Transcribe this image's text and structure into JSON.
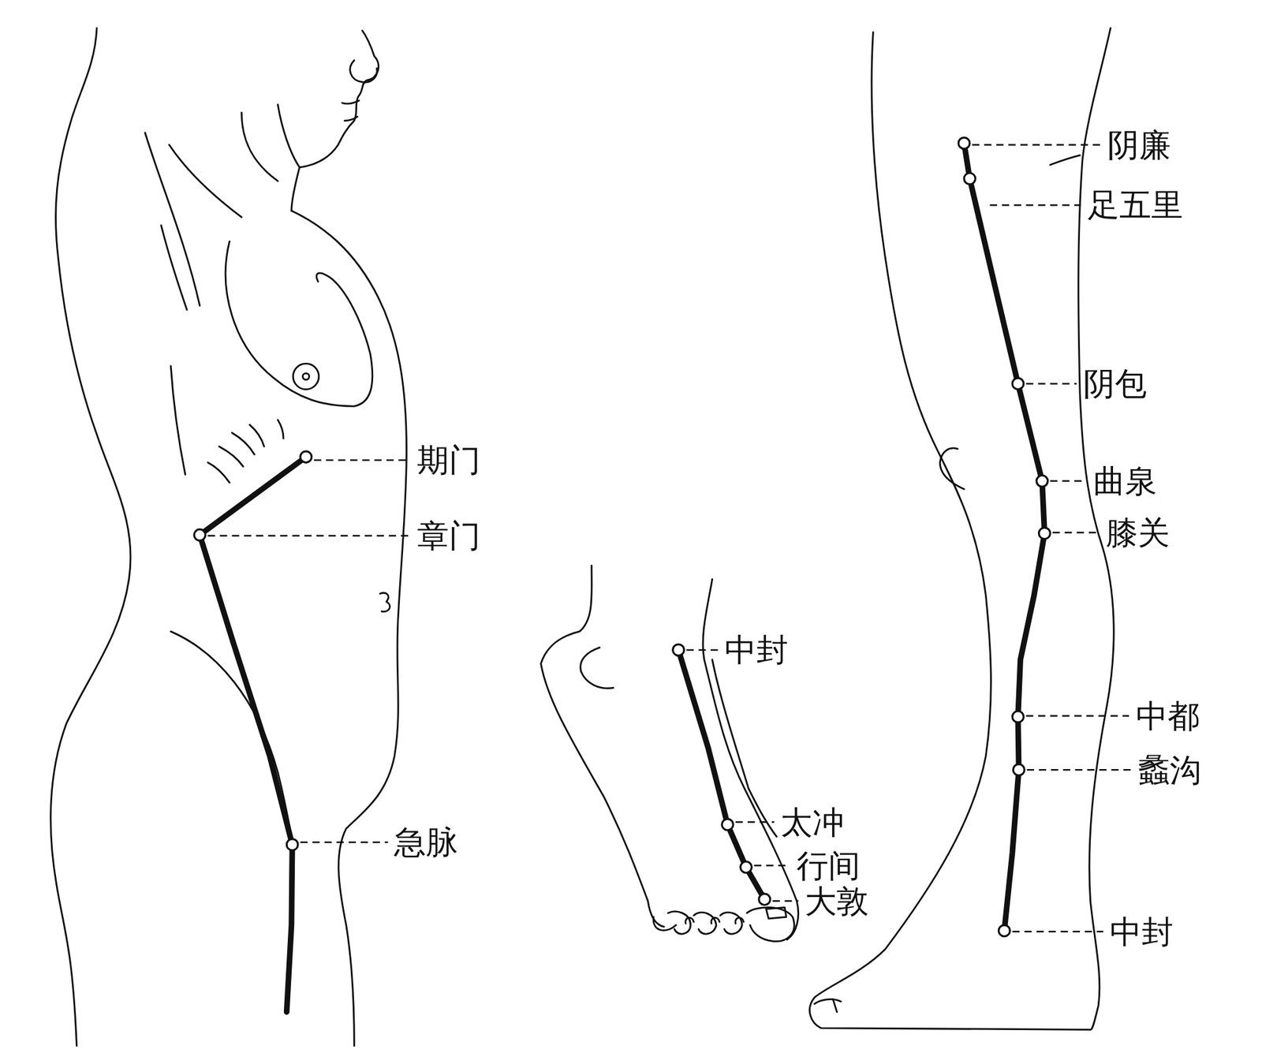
{
  "diagram": {
    "labels": [
      "期门",
      "章门",
      "急脉",
      "中封",
      "太冲",
      "行间",
      "大敦",
      "阴廉",
      "足五里",
      "阴包",
      "曲泉",
      "膝关",
      "中都",
      "蠡沟",
      "中封"
    ]
  }
}
